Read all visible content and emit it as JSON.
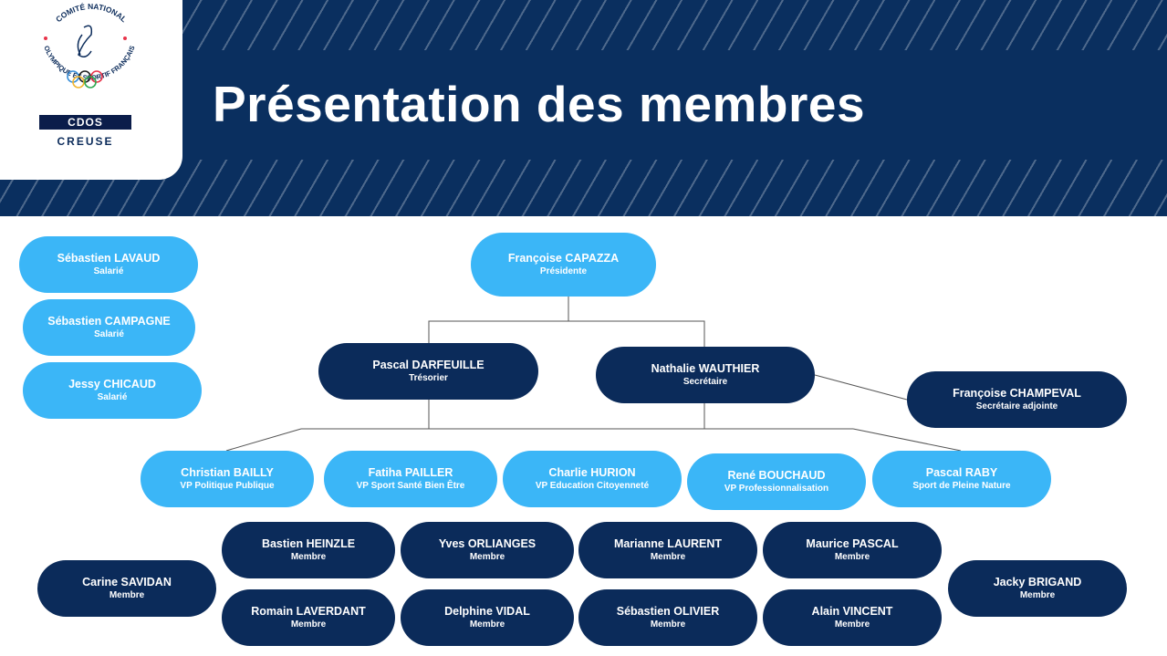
{
  "logo": {
    "ring_text_top": "COMITÉ NATIONAL",
    "ring_text_bottom": "OLYMPIQUE ET SPORTIF FRANÇAIS",
    "badge": "CDOS",
    "sub": "CREUSE"
  },
  "title": "Présentation des membres",
  "colors": {
    "navy": "#0a2f5f",
    "light_blue": "#3bb6f7",
    "dark_node": "#0b2b5a"
  },
  "nodes": [
    {
      "name": "Sébastien LAVAUD",
      "role": "Salarié"
    },
    {
      "name": "Sébastien CAMPAGNE",
      "role": "Salarié"
    },
    {
      "name": "Jessy CHICAUD",
      "role": "Salarié"
    },
    {
      "name": "Françoise CAPAZZA",
      "role": "Présidente"
    },
    {
      "name": "Pascal DARFEUILLE",
      "role": "Trésorier"
    },
    {
      "name": "Nathalie WAUTHIER",
      "role": "Secrétaire"
    },
    {
      "name": "Françoise CHAMPEVAL",
      "role": "Secrétaire adjointe"
    },
    {
      "name": "Christian BAILLY",
      "role": "VP Politique Publique"
    },
    {
      "name": "Fatiha PAILLER",
      "role": "VP Sport Santé Bien Être"
    },
    {
      "name": "Charlie HURION",
      "role": "VP Education Citoyenneté"
    },
    {
      "name": "René BOUCHAUD",
      "role": "VP Professionnalisation"
    },
    {
      "name": "Pascal RABY",
      "role": "Sport de Pleine Nature"
    },
    {
      "name": "Bastien HEINZLE",
      "role": "Membre"
    },
    {
      "name": "Yves ORLIANGES",
      "role": "Membre"
    },
    {
      "name": "Marianne LAURENT",
      "role": "Membre"
    },
    {
      "name": "Maurice PASCAL",
      "role": "Membre"
    },
    {
      "name": "Carine SAVIDAN",
      "role": "Membre"
    },
    {
      "name": "Jacky BRIGAND",
      "role": "Membre"
    },
    {
      "name": "Romain LAVERDANT",
      "role": "Membre"
    },
    {
      "name": "Delphine VIDAL",
      "role": "Membre"
    },
    {
      "name": "Sébastien OLIVIER",
      "role": "Membre"
    },
    {
      "name": "Alain VINCENT",
      "role": "Membre"
    }
  ]
}
